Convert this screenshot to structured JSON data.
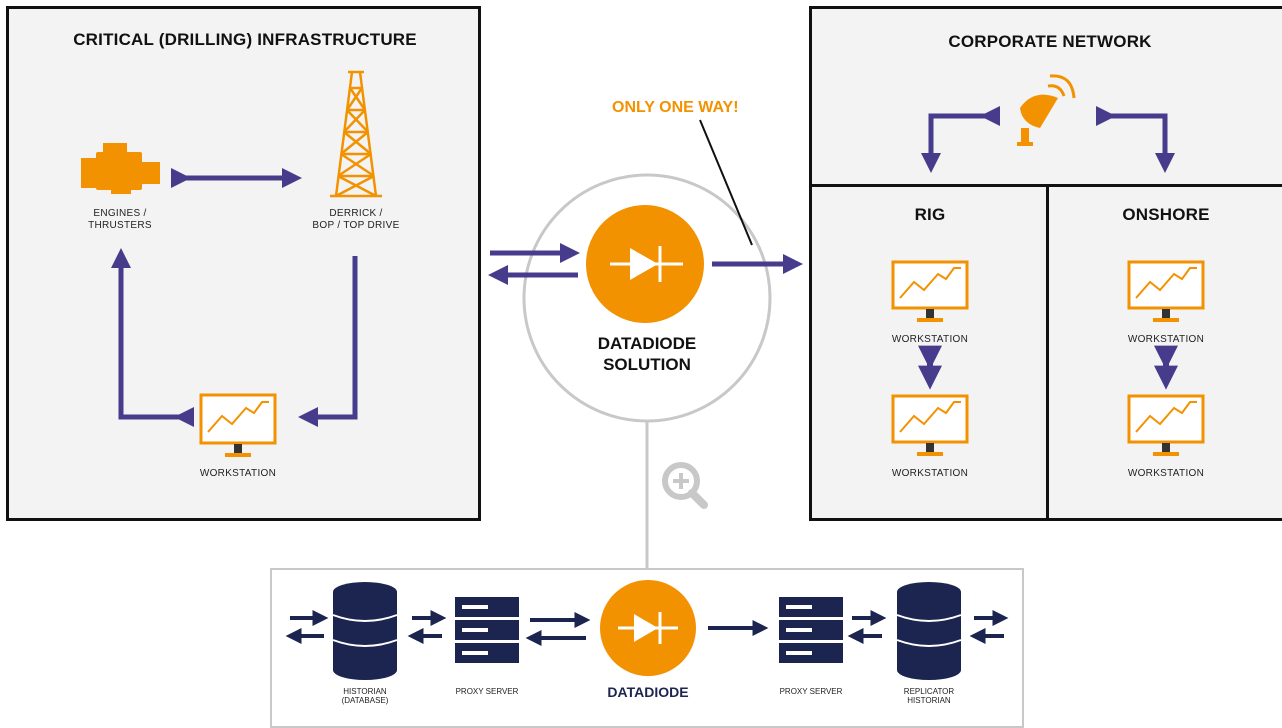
{
  "left_panel": {
    "title": "CRITICAL (DRILLING) INFRASTRUCTURE",
    "engines_label_1": "ENGINES /",
    "engines_label_2": "THRUSTERS",
    "derrick_label_1": "DERRICK /",
    "derrick_label_2": "BOP / TOP DRIVE",
    "workstation_label": "WORKSTATION"
  },
  "center": {
    "callout": "ONLY ONE WAY!",
    "solution_line_1": "DATADIODE",
    "solution_line_2": "SOLUTION"
  },
  "corporate": {
    "title": "CORPORATE NETWORK",
    "rig_title": "RIG",
    "onshore_title": "ONSHORE",
    "workstation_label": "WORKSTATION"
  },
  "bottom_detail": {
    "historian_1": "HISTORIAN",
    "historian_2": "(DATABASE)",
    "proxy_left": "PROXY SERVER",
    "diode_label": "DATADIODE",
    "proxy_right": "PROXY SERVER",
    "replicator_1": "REPLICATOR",
    "replicator_2": "HISTORIAN"
  },
  "colors": {
    "orange": "#f39200",
    "purple": "#473b8c",
    "dark": "#111111",
    "panel": "#f3f3f3",
    "navy": "#1c2450"
  },
  "icons": [
    "engine-icon",
    "derrick-icon",
    "workstation-icon",
    "diode-icon",
    "satellite-dish-icon",
    "zoom-in-icon",
    "database-icon",
    "server-icon"
  ]
}
